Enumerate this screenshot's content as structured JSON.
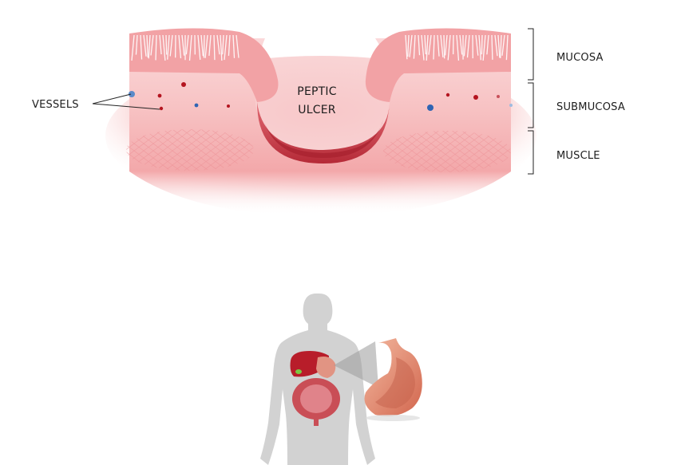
{
  "labels": {
    "vessels": "VESSELS",
    "peptic": "PEPTIC",
    "ulcer": "ULCER",
    "mucosa": "MUCOSA",
    "submucosa": "SUBMUCOSA",
    "muscle": "MUSCLE"
  },
  "colors": {
    "tissue": "#f3a3a5",
    "tissue_light": "#fbdada",
    "villi": "#e98c90",
    "ulcer_crater": "#c73a46",
    "vessel_red": "#b4141f",
    "vessel_blue": "#2f64b3",
    "body_silhouette": "#d2d2d2",
    "liver": "#b81d2a"
  }
}
